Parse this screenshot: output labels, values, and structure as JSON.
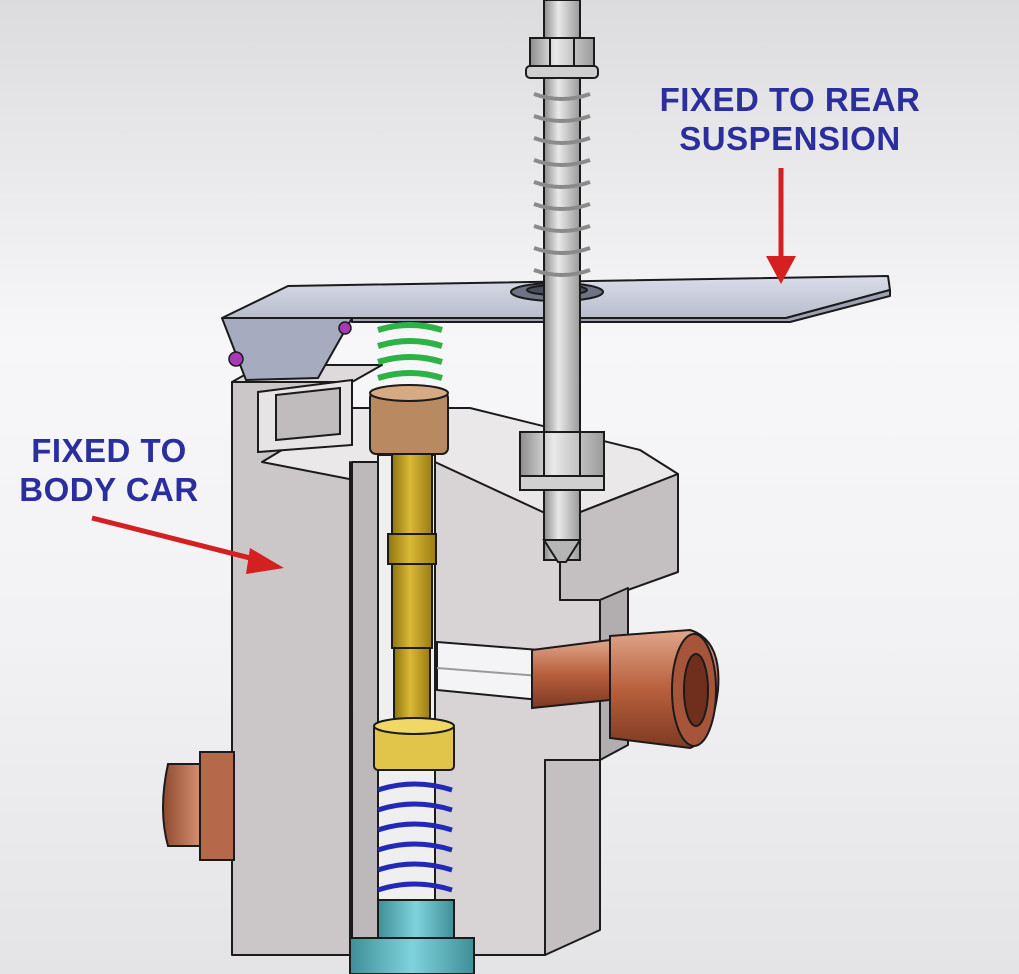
{
  "labels": {
    "rear_suspension": "FIXED TO REAR\nSUSPENSION",
    "body_car": "FIXED TO\nBODY CAR"
  },
  "colors": {
    "label_text": "#2b2f9e",
    "arrow": "#d42020",
    "housing": "#c9c4c6",
    "bracket_plate": "#c5cad9",
    "brass_plunger": "#c9a61a",
    "copper_fitting": "#bb6a48",
    "upper_spring": "#2fb245",
    "lower_spring": "#2228b8",
    "rod_spring": "#a9a9a9",
    "bolt_pin": "#9a2aa8",
    "seat_cyan": "#58b8c3"
  },
  "components": [
    "housing-block",
    "bracket-plate",
    "threaded-rod",
    "rod-spring",
    "upper-spring",
    "brass-plunger",
    "lower-spring",
    "copper-fitting",
    "side-fitting"
  ]
}
